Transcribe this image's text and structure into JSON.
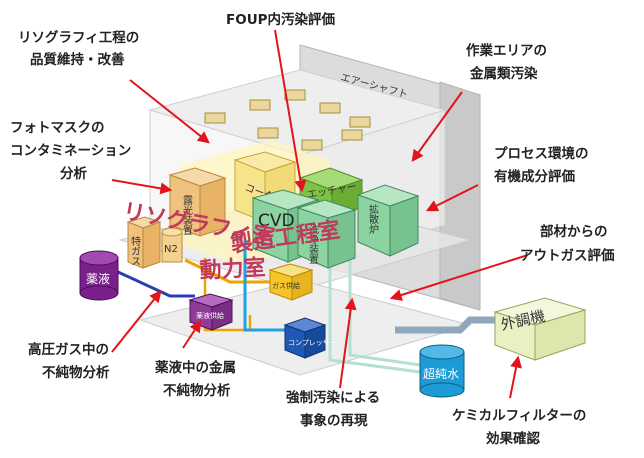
{
  "labels": {
    "litho_process": [
      "リソグラフィ工程の",
      "品質維持・改善"
    ],
    "foup": [
      "FOUP内汚染評価"
    ],
    "work_area": [
      "作業エリアの",
      "金属類汚染"
    ],
    "photomask": [
      "フォトマスクの",
      "コンタミネーション",
      "分析"
    ],
    "process_env": [
      "プロセス環境の",
      "有機成分評価"
    ],
    "outgas": [
      "部材からの",
      "アウトガス評価"
    ],
    "high_pressure_gas": [
      "高圧ガス中の",
      "不純物分析"
    ],
    "chemical_metal": [
      "薬液中の金属",
      "不純物分析"
    ],
    "forced_contamination": [
      "強制汚染による",
      "事象の再現"
    ],
    "chemical_filter": [
      "ケミカルフィルターの",
      "効果確認"
    ]
  },
  "rooms": {
    "lithography": "リソグラフィ室",
    "manufacturing": "製造工程室",
    "power": "動力室"
  },
  "equipment": {
    "exposure": "露光装置",
    "coater": "コーター",
    "etcher": "エッチャー",
    "cvd": "CVD",
    "cleaning": "洗浄装置",
    "diffusion": "拡散炉",
    "special_gas": "特ガス",
    "n2": "N2",
    "chemical": "薬液",
    "chemical_supply": "薬液供給",
    "gas_supply": "ガス供給",
    "compressor": "コンプレッサー",
    "ultrapure_water": "超純水",
    "outdoor_unit": "外調機",
    "air_shaft": "エアーシャフト"
  },
  "colors": {
    "arrow": "#e3131b",
    "room_text": "#c03a5e",
    "exposure_unit": "#f2c98a",
    "coater_unit": "#f6e27c",
    "etcher_unit": "#7cc243",
    "cvd_unit": "#8bd4a2",
    "cleaning_unit": "#8bd4a2",
    "diffusion_unit": "#8bd4a2",
    "chemical_tank": "#7a1f8c",
    "ultrapure_tank": "#1d9bd6",
    "chemical_supply_unit": "#8f3c99",
    "gas_supply_unit": "#f7c52a",
    "compressor_unit": "#1f59b5",
    "outdoor_unit": "#e9f0c3"
  }
}
